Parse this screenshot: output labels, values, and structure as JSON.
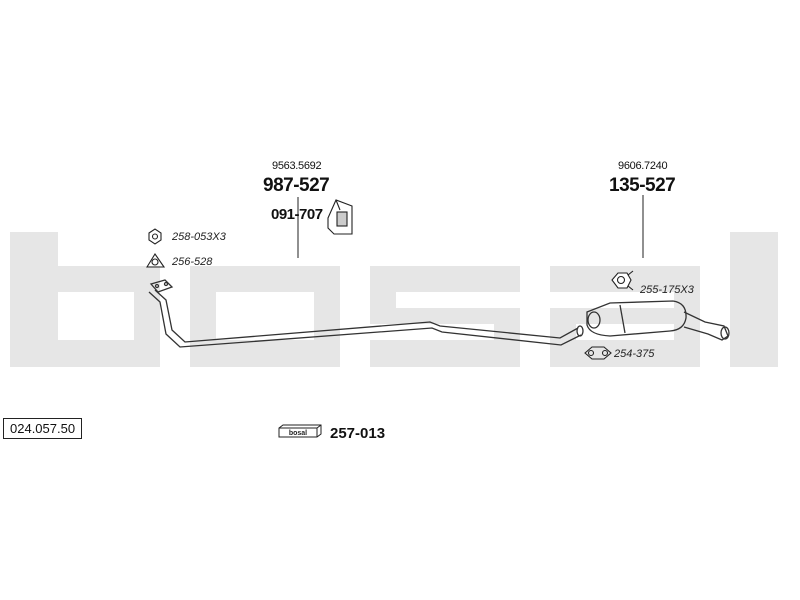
{
  "diagram": {
    "reference_number": "024.057.50",
    "watermark_text": "bosal",
    "parts": {
      "front_pipe": {
        "oe_number": "9563.5692",
        "part_number": "987-527",
        "mount_part": "091-707"
      },
      "rear_silencer": {
        "oe_number": "9606.7240",
        "part_number": "135-527"
      }
    },
    "hardware": {
      "nut_front": "258-053X3",
      "gasket_front": "256-528",
      "nut_rear": "255-175X3",
      "clamp_rear": "254-375"
    },
    "fitting_kit": {
      "logo_text": "bosal",
      "part_number": "257-013"
    }
  }
}
